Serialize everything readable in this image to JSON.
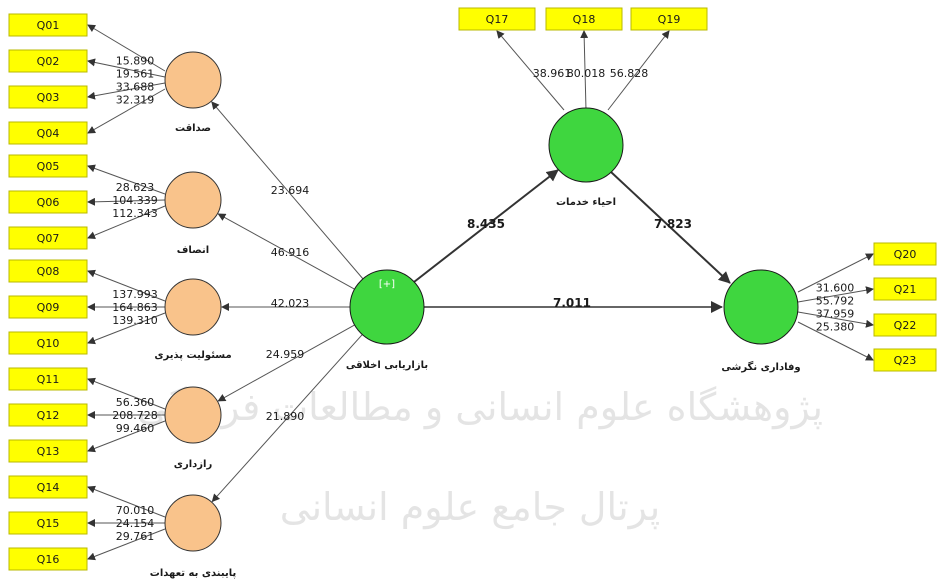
{
  "colors": {
    "indicator_fill": "#ffff00",
    "indicator_stroke": "#b8b800",
    "construct_fill": "#f9c38b",
    "construct_stroke": "#333333",
    "latent_fill": "#3fd63f",
    "latent_stroke": "#1a1a1a",
    "line": "#555555",
    "thick_line": "#333333"
  },
  "watermark": {
    "line1": "پژوهشگاه علوم انسانی و مطالعات فرهنگی",
    "line2": "پرتال جامع علوم انسانی"
  },
  "constructs": {
    "sedaghat": {
      "label": "صداقت",
      "indicators": [
        "Q01",
        "Q02",
        "Q03",
        "Q04"
      ],
      "weights": [
        "15.890",
        "19.561",
        "33.688",
        "32.319"
      ],
      "path_value": "23.694"
    },
    "ensaf": {
      "label": "انصاف",
      "indicators": [
        "Q05",
        "Q06",
        "Q07"
      ],
      "weights": [
        "28.623",
        "104.339",
        "112.343"
      ],
      "path_value": "46.916"
    },
    "masuliat": {
      "label": "مسئولیت پذیری",
      "indicators": [
        "Q08",
        "Q09",
        "Q10"
      ],
      "weights": [
        "137.993",
        "164.863",
        "139.310"
      ],
      "path_value": "42.023"
    },
    "razdari": {
      "label": "رازداری",
      "indicators": [
        "Q11",
        "Q12",
        "Q13"
      ],
      "weights": [
        "56.360",
        "208.728",
        "99.460"
      ],
      "path_value": "24.959"
    },
    "payband": {
      "label": "پایبندی به تعهدات",
      "indicators": [
        "Q14",
        "Q15",
        "Q16"
      ],
      "weights": [
        "70.010",
        "24.154",
        "29.761"
      ],
      "path_value": "21.890"
    }
  },
  "latents": {
    "bazaryabi": {
      "label": "بازاریابی اخلاقی",
      "badge": "[+]"
    },
    "ehya": {
      "label": "احیاء خدمات",
      "indicators": [
        "Q17",
        "Q18",
        "Q19"
      ],
      "weights": [
        "38.961",
        "80.018",
        "56.828"
      ]
    },
    "vafadari": {
      "label": "وفاداری نگرشی",
      "indicators": [
        "Q20",
        "Q21",
        "Q22",
        "Q23"
      ],
      "weights": [
        "31.600",
        "55.792",
        "37.959",
        "25.380"
      ]
    }
  },
  "paths": {
    "bazaryabi_to_ehya": "8.435",
    "ehya_to_vafadari": "7.823",
    "bazaryabi_to_vafadari": "7.011"
  }
}
